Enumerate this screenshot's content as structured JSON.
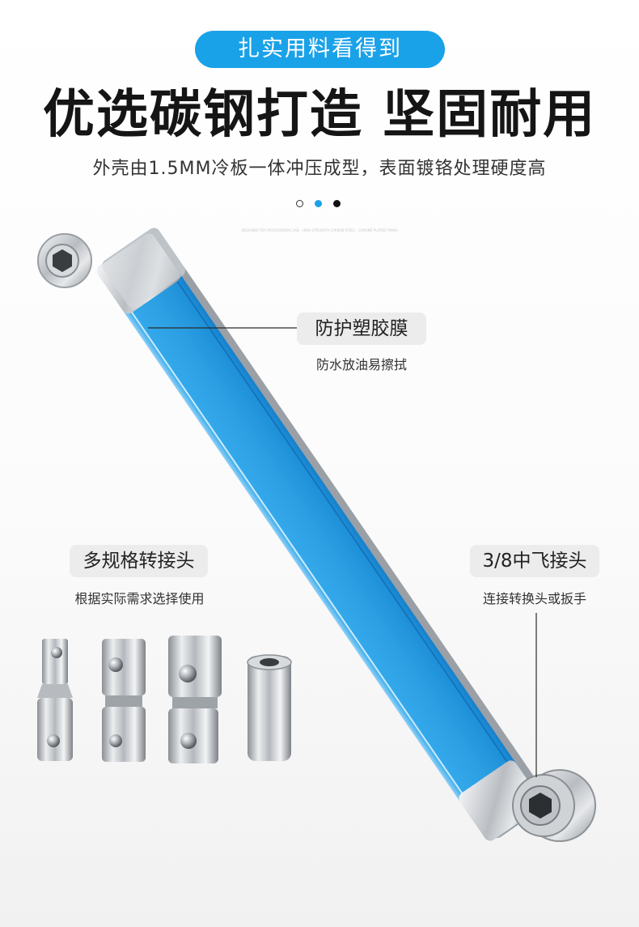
{
  "badge": "扎实用料看得到",
  "headline": "优选碳钢打造 坚固耐用",
  "subtitle": "外壳由1.5MM冷板一体冲压成型，表面镀铬处理硬度高",
  "pager": {
    "count": 3,
    "active_index": 1
  },
  "fine_print": "DESIGNED FOR PROFESSIONAL USE · HIGH STRENGTH CARBON STEEL · CHROME PLATED FINISH",
  "callouts": {
    "film": {
      "title": "防护塑胶膜",
      "desc": "防水放油易擦拭"
    },
    "adapters": {
      "title": "多规格转接头",
      "desc": "根据实际需求选择使用"
    },
    "drive": {
      "title": "3/8中飞接头",
      "desc": "连接转换头或扳手"
    }
  },
  "colors": {
    "accent": "#1aa2e9",
    "handle_blue": "#2ea3e6",
    "chrome": "#c9ccd0"
  }
}
